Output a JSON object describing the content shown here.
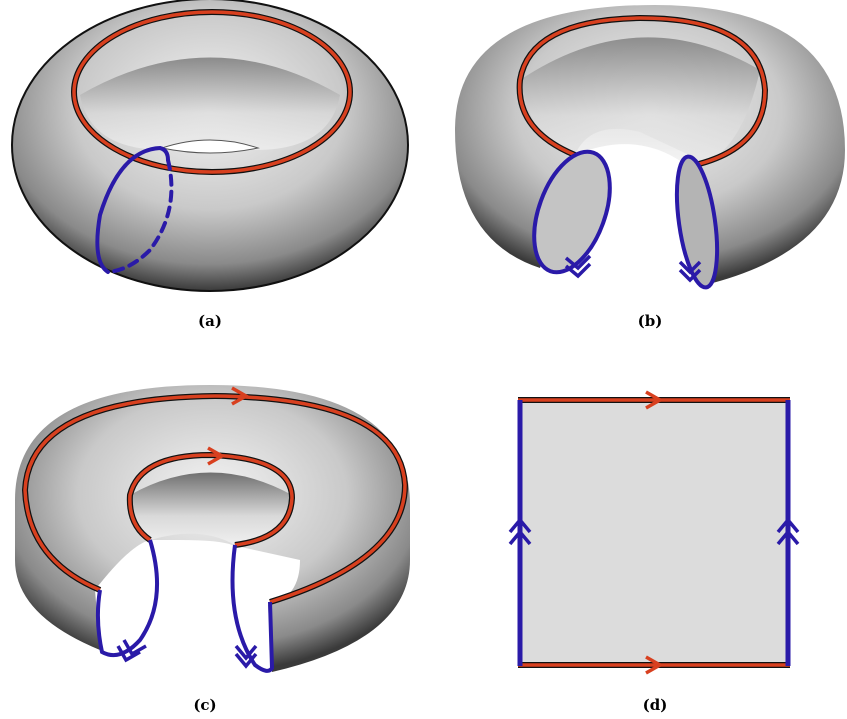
{
  "panels": [
    {
      "id": "a",
      "caption": "(a)"
    },
    {
      "id": "b",
      "caption": "(b)"
    },
    {
      "id": "c",
      "caption": "(c)"
    },
    {
      "id": "d",
      "caption": "(d)"
    }
  ],
  "colors": {
    "meridian": "#d8401f",
    "longitude": "#2a1aa8",
    "outline": "#111111",
    "square_fill": "#dcdcdc"
  }
}
